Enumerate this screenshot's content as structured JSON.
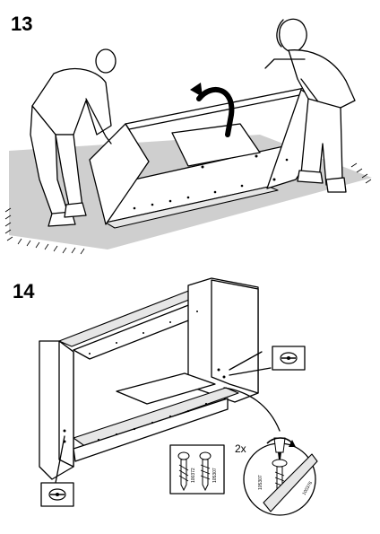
{
  "steps": [
    {
      "number": "13"
    },
    {
      "number": "14"
    }
  ],
  "parts": {
    "quantity": "2x",
    "part_a_code": "100372",
    "part_b_code": "105307",
    "detail_code_left": "105307",
    "detail_code_right": "100376"
  },
  "icons": [
    "rotate-arrow-icon",
    "cam-lock-icon",
    "screwdriver-icon"
  ]
}
